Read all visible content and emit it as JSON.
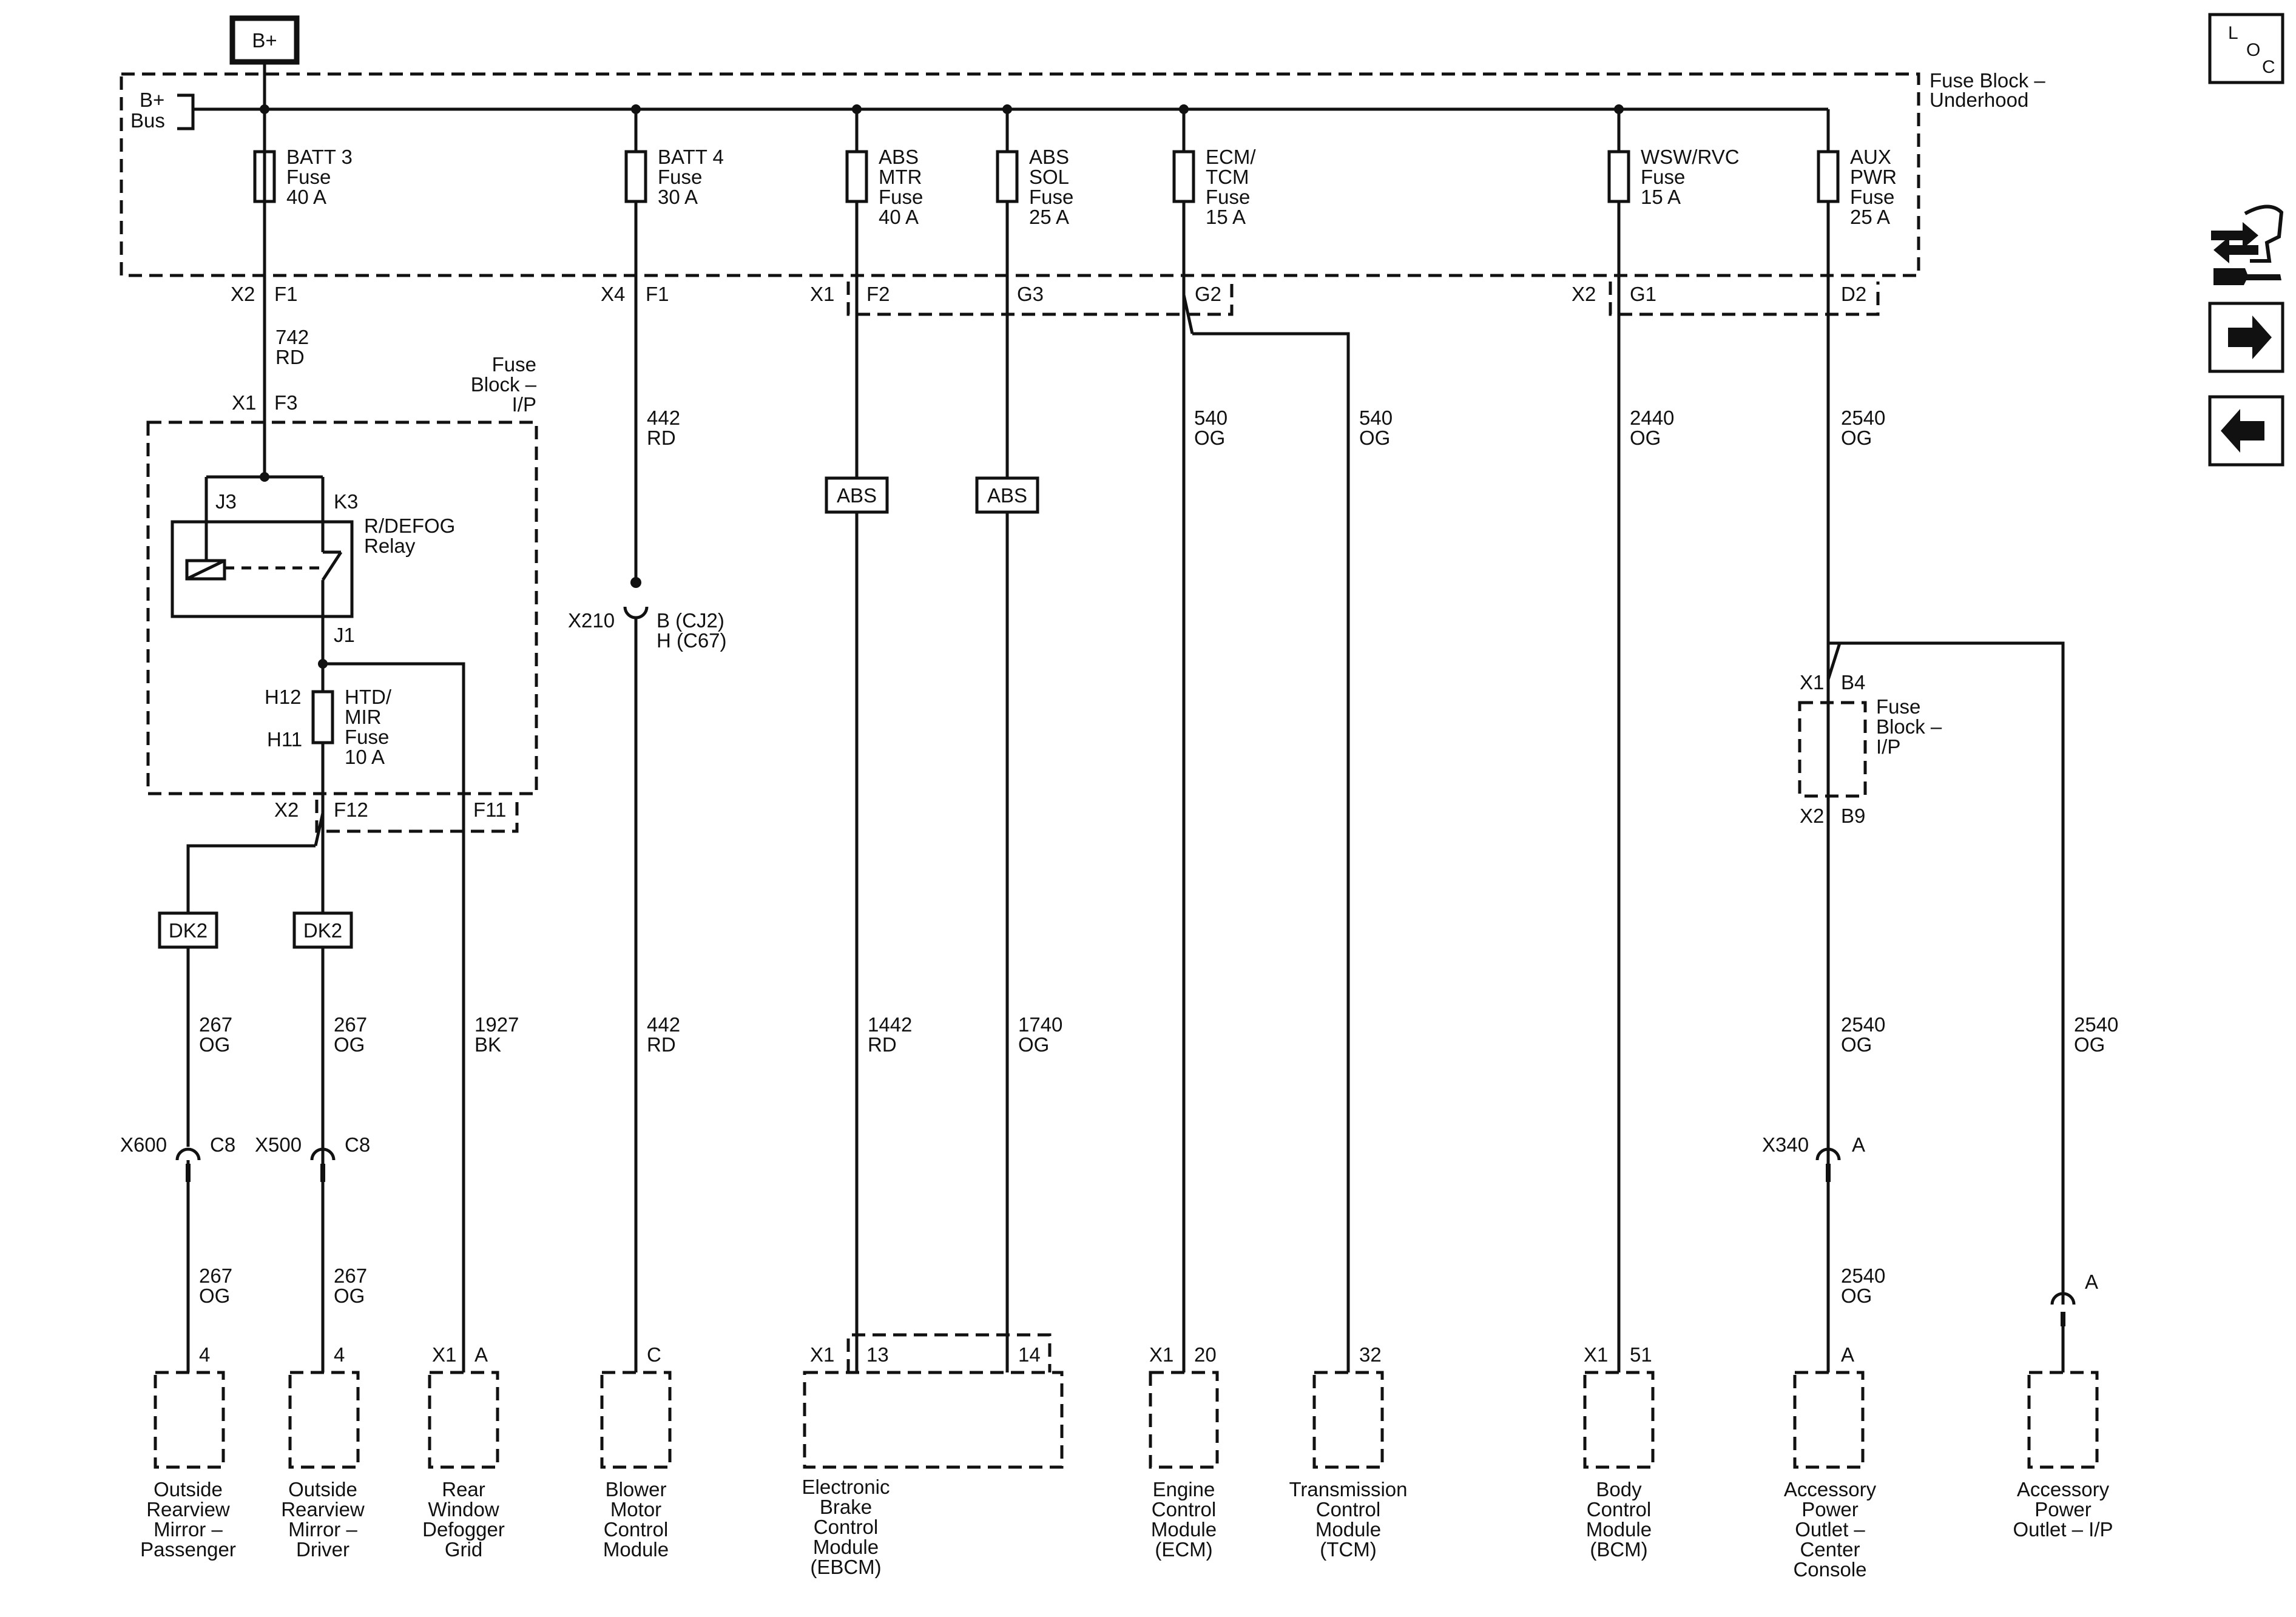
{
  "supply": {
    "bplus": "B+",
    "bus": [
      "B+",
      "Bus"
    ],
    "fuse_block_underhood": [
      "Fuse Block –",
      "Underhood"
    ]
  },
  "fuses": [
    {
      "name": [
        "BATT 3",
        "Fuse",
        "40 A"
      ],
      "conn": "X2",
      "pin": "F1"
    },
    {
      "name": [
        "BATT 4",
        "Fuse",
        "30 A"
      ],
      "conn": "X4",
      "pin": "F1"
    },
    {
      "name": [
        "ABS",
        "MTR",
        "Fuse",
        "40 A"
      ],
      "conn": "X1",
      "pin": "F2"
    },
    {
      "name": [
        "ABS",
        "SOL",
        "Fuse",
        "25 A"
      ],
      "conn": "",
      "pin": "G3"
    },
    {
      "name": [
        "ECM/",
        "TCM",
        "Fuse",
        "15 A"
      ],
      "conn": "",
      "pin": "G2"
    },
    {
      "name": [
        "WSW/RVC",
        "Fuse",
        "15 A"
      ],
      "conn": "X2",
      "pin": "G1"
    },
    {
      "name": [
        "AUX",
        "PWR",
        "Fuse",
        "25 A"
      ],
      "conn": "",
      "pin": "D2"
    }
  ],
  "ip_block": {
    "title": [
      "Fuse",
      "Block –",
      "I/P"
    ],
    "in_wire": [
      "742",
      "RD"
    ],
    "in_conn": "X1",
    "in_pin": "F3",
    "relay": {
      "j3": "J3",
      "k3": "K3",
      "j1": "J1",
      "name": [
        "R/DEFOG",
        "Relay"
      ]
    },
    "fuse": {
      "h12": "H12",
      "h11": "H11",
      "name": [
        "HTD/",
        "MIR",
        "Fuse",
        "10 A"
      ]
    },
    "out_conn": "X2",
    "pin_f12": "F12",
    "pin_f11": "F11"
  },
  "splices": [
    "DK2",
    "DK2",
    "ABS",
    "ABS"
  ],
  "wires": {
    "w442a": [
      "442",
      "RD"
    ],
    "w442b": [
      "442",
      "RD"
    ],
    "w540a": [
      "540",
      "OG"
    ],
    "w540b": [
      "540",
      "OG"
    ],
    "w2440": [
      "2440",
      "OG"
    ],
    "w2540a": [
      "2540",
      "OG"
    ],
    "w267a": [
      "267",
      "OG"
    ],
    "w267b": [
      "267",
      "OG"
    ],
    "w267c": [
      "267",
      "OG"
    ],
    "w267d": [
      "267",
      "OG"
    ],
    "w1927": [
      "1927",
      "BK"
    ],
    "w1442": [
      "1442",
      "RD"
    ],
    "w1740": [
      "1740",
      "OG"
    ],
    "w2540b": [
      "2540",
      "OG"
    ],
    "w2540c": [
      "2540",
      "OG"
    ],
    "w2540d": [
      "2540",
      "OG"
    ]
  },
  "inline": {
    "x210": "X210",
    "x210_pins": [
      "B (CJ2)",
      "H (C67)"
    ],
    "x600": "X600",
    "x600_pin": "C8",
    "x500": "X500",
    "x500_pin": "C8",
    "x340": "X340",
    "x340_pin": "A",
    "aux_pin": "A"
  },
  "ip_block2": {
    "name": [
      "Fuse",
      "Block –",
      "I/P"
    ],
    "x1": "X1",
    "b4": "B4",
    "x2": "X2",
    "b9": "B9"
  },
  "module_pins": {
    "pass": "4",
    "drv": "4",
    "grid_conn": "X1",
    "grid_pin": "A",
    "blower": "C",
    "ebcm_conn": "X1",
    "ebcm_p1": "13",
    "ebcm_p2": "14",
    "ecm_conn": "X1",
    "ecm_pin": "20",
    "tcm_pin": "32",
    "bcm_conn": "X1",
    "bcm_pin": "51",
    "cc_pin": "A"
  },
  "modules": {
    "pass": [
      "Outside",
      "Rearview",
      "Mirror –",
      "Passenger"
    ],
    "drv": [
      "Outside",
      "Rearview",
      "Mirror –",
      "Driver"
    ],
    "grid": [
      "Rear",
      "Window",
      "Defogger",
      "Grid"
    ],
    "blower": [
      "Blower",
      "Motor",
      "Control",
      "Module"
    ],
    "ebcm": [
      "Electronic",
      "Brake",
      "Control",
      "Module",
      "(EBCM)"
    ],
    "ecm": [
      "Engine",
      "Control",
      "Module",
      "(ECM)"
    ],
    "tcm": [
      "Transmission",
      "Control",
      "Module",
      "(TCM)"
    ],
    "bcm": [
      "Body",
      "Control",
      "Module",
      "(BCM)"
    ],
    "cc": [
      "Accessory",
      "Power",
      "Outlet –",
      "Center",
      "Console"
    ],
    "ip": [
      "Accessory",
      "Power",
      "Outlet – I/P"
    ]
  },
  "nav": {
    "loc": [
      "L",
      "O",
      "C"
    ]
  }
}
